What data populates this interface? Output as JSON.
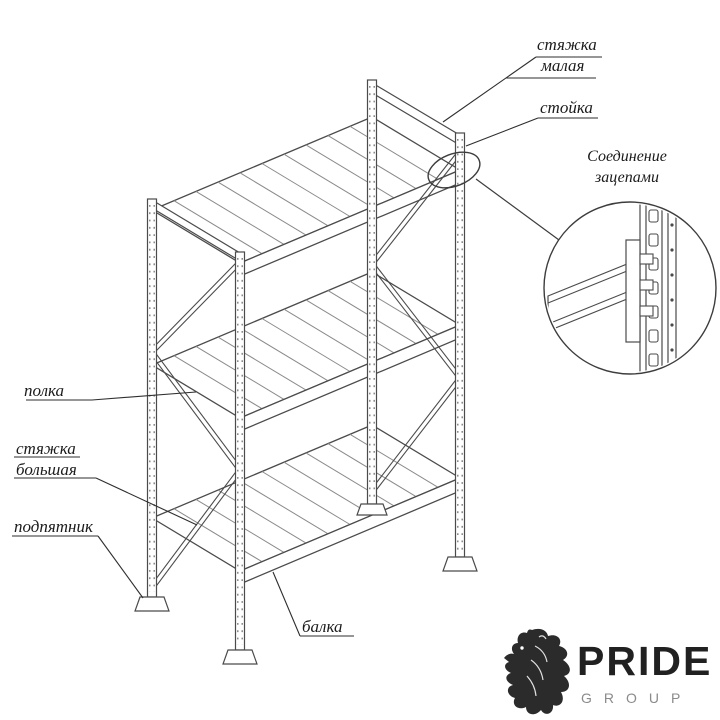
{
  "diagram": {
    "labels": {
      "tie_small": {
        "line1": "стяжка",
        "line2": "малая"
      },
      "upright": {
        "text": "стойка"
      },
      "hook_connection": {
        "line1": "Соединение",
        "line2": "зацепами"
      },
      "shelf": {
        "text": "полка"
      },
      "tie_big": {
        "line1": "стяжка",
        "line2": "большая"
      },
      "foot_plate": {
        "text": "подпятник"
      },
      "beam": {
        "text": "балка"
      }
    },
    "colors": {
      "background": "#ffffff",
      "line": "#4b4b4b",
      "label_text": "#1b1b1b",
      "brand_text": "#212121",
      "brand_sub_text": "#8b8b8b"
    }
  },
  "logo": {
    "brand": "PRIDE",
    "subtitle": "GROUP"
  }
}
